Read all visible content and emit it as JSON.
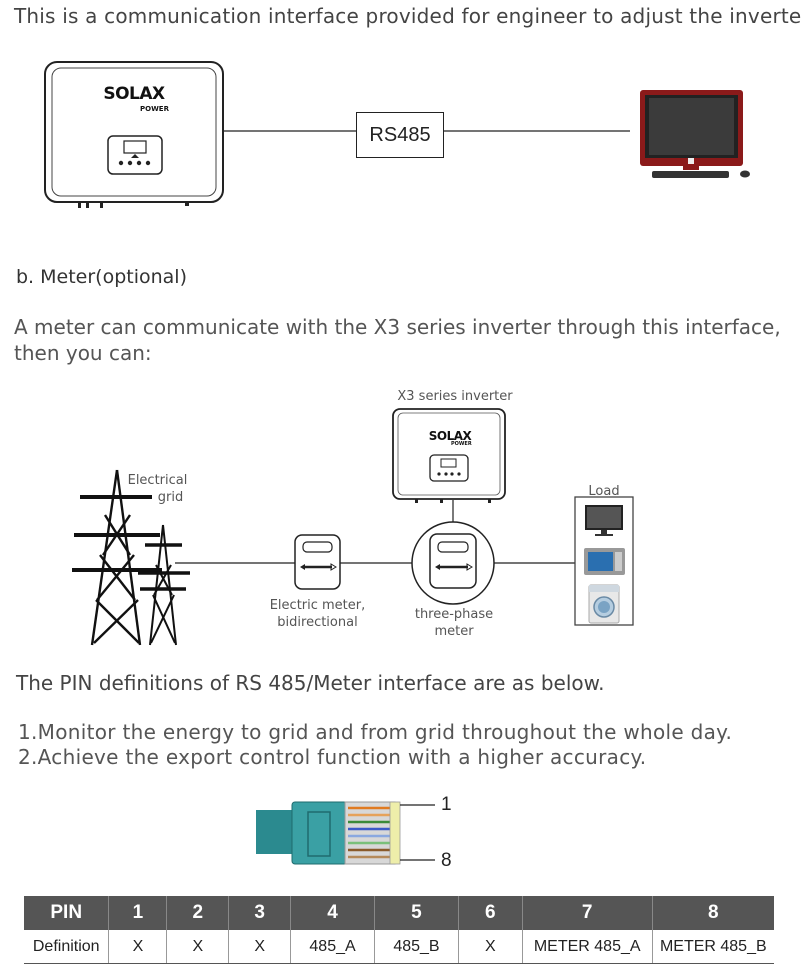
{
  "intro": "This is a communication interface provided for engineer to adjust the inverter.",
  "diagram1": {
    "inverter_brand": "SOLAX",
    "inverter_brand_sub": "POWER",
    "rs485_label": "RS485"
  },
  "section_b": {
    "heading": "b.  Meter(optional)",
    "paragraph": "A meter can communicate with the X3 series inverter through this interface, then you can:"
  },
  "diagram2": {
    "inverter_label": "X3 series inverter",
    "inverter_brand": "SOLAX",
    "inverter_brand_sub": "POWER",
    "grid_label_1": "Electrical",
    "grid_label_2": "grid",
    "load_label": "Load",
    "meter1_label_1": "Electric meter,",
    "meter1_label_2": "bidirectional",
    "meter2_label_1": "three-phase",
    "meter2_label_2": "meter"
  },
  "pin_intro": "The PIN definitions of RS 485/Meter interface are as below.",
  "list": [
    "1.Monitor the energy to grid and from grid throughout the whole day.",
    "2.Achieve the export control function with a higher accuracy."
  ],
  "connector": {
    "pin_first": "1",
    "pin_last": "8"
  },
  "pin_table": {
    "header": [
      "PIN",
      "1",
      "2",
      "3",
      "4",
      "5",
      "6",
      "7",
      "8"
    ],
    "row": [
      "Definition",
      "X",
      "X",
      "X",
      "485_A",
      "485_B",
      "X",
      "METER 485_A",
      "METER 485_B"
    ]
  }
}
